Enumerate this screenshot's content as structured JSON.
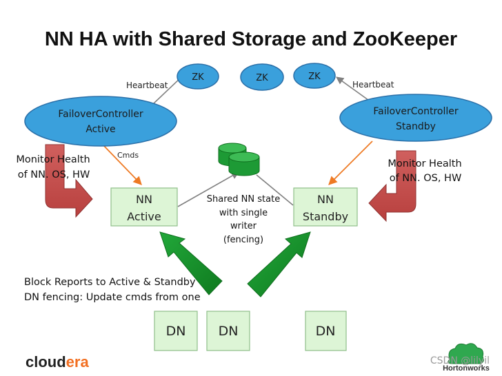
{
  "title": "NN HA with Shared Storage and ZooKeeper",
  "zk_nodes": [
    "ZK",
    "ZK",
    "ZK"
  ],
  "failover_active": {
    "line1": "FailoverController",
    "line2": "Active"
  },
  "failover_standby": {
    "line1": "FailoverController",
    "line2": "Standby"
  },
  "heartbeat_left": "Heartbeat",
  "heartbeat_right": "Heartbeat",
  "cmds": "Cmds",
  "monitor_left": {
    "line1": "Monitor Health",
    "line2": "of NN. OS, HW"
  },
  "monitor_right": {
    "line1": "Monitor Health",
    "line2": "of NN. OS, HW"
  },
  "nn_active": {
    "line1": "NN",
    "line2": "Active"
  },
  "nn_standby": {
    "line1": "NN",
    "line2": "Standby"
  },
  "shared_state": {
    "line1": "Shared NN state",
    "line2": "with single",
    "line3": "writer",
    "line4": "(fencing)"
  },
  "block_reports": {
    "line1": "Block Reports to Active & Standby",
    "line2": "DN fencing: Update cmds from one"
  },
  "dn_nodes": [
    "DN",
    "DN",
    "DN"
  ],
  "logo_left": {
    "prefix": "cloud",
    "suffix": "era"
  },
  "logo_right": "Hortonworks",
  "watermark": "CSDN @lilyil",
  "colors": {
    "ellipse_fill": "#3aa0dc",
    "ellipse_stroke": "#2a6fa8",
    "node_fill": "#ddf5d6",
    "node_stroke": "#8fbf8a",
    "green_arrow": "#16962a",
    "green_arrow_dark": "#0f6e1e",
    "red_arrow": "#c9514f",
    "red_arrow_dark": "#8f3231",
    "orange_arrow": "#ee7a24",
    "line_gray": "#808080",
    "cylinder": "#21a03a",
    "cloudera_accent": "#f26f21"
  }
}
